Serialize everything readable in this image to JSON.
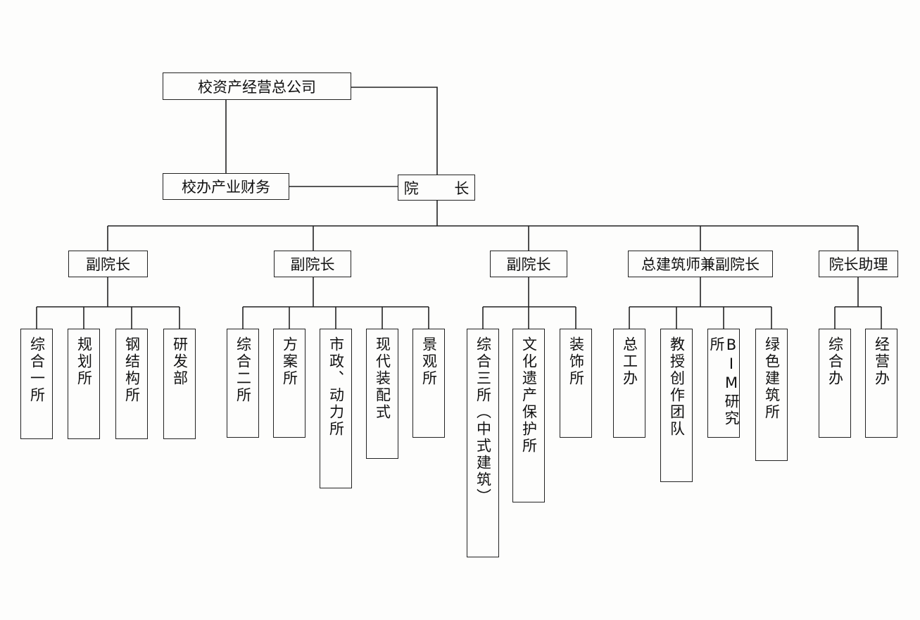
{
  "top": {
    "company": "校资产经营总公司",
    "finance": "校办产业财务",
    "president": "院 长"
  },
  "branches": [
    {
      "title": "副院长",
      "units": [
        "综合一所",
        "规划所",
        "钢结构所",
        "研发部"
      ]
    },
    {
      "title": "副院长",
      "units": [
        "综合二所",
        "方案所",
        "市政、动力所",
        "现代装配式",
        "景观所"
      ]
    },
    {
      "title": "副院长",
      "units": [
        "综合三所（中式建筑）",
        "文化遗产保护所",
        "装饰所"
      ]
    },
    {
      "title": "总建筑师兼副院长",
      "units": [
        "总工办",
        "教授创作团队",
        "BIM研究所",
        "绿色建筑所"
      ]
    },
    {
      "title": "院长助理",
      "units": [
        "综合办",
        "经营办"
      ]
    }
  ]
}
